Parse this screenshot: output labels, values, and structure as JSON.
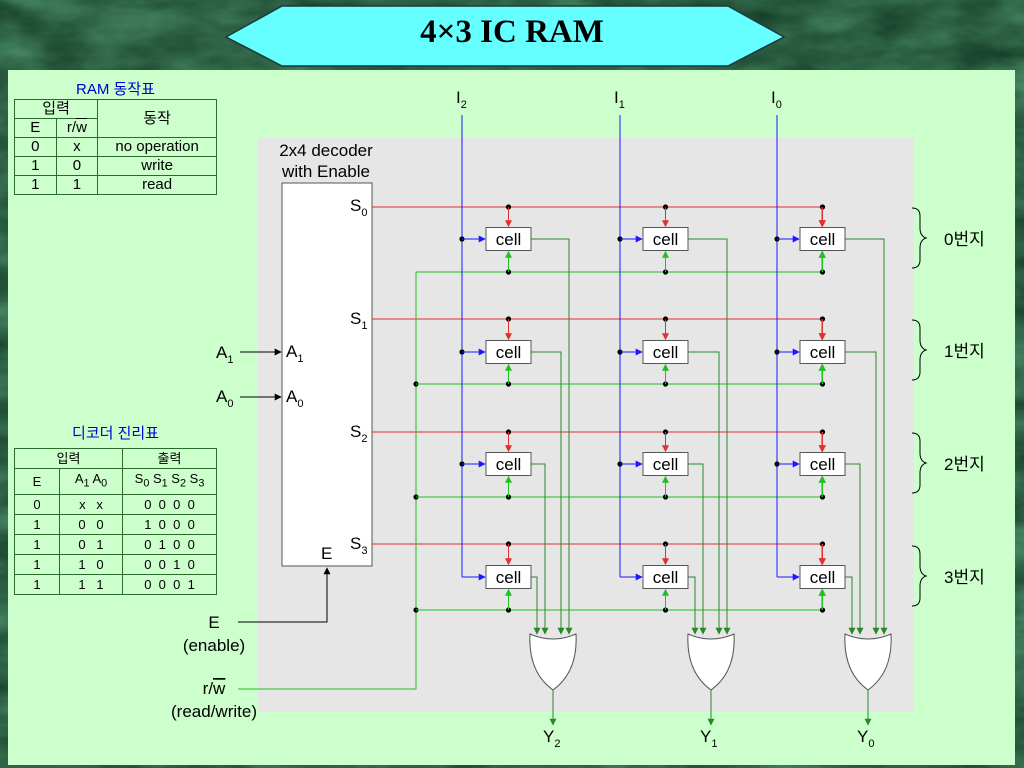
{
  "slide": {
    "title": "4×3 IC RAM"
  },
  "ram_table": {
    "caption": "RAM 동작표",
    "header_inputs": "입력",
    "header_op": "동작",
    "col_e": "E",
    "col_rw_r": "r/",
    "col_rw_w": "w",
    "rows": [
      {
        "e": "0",
        "rw": "x",
        "op": "no operation"
      },
      {
        "e": "1",
        "rw": "0",
        "op": "write"
      },
      {
        "e": "1",
        "rw": "1",
        "op": "read"
      }
    ]
  },
  "decoder_table": {
    "caption": "디코더 진리표",
    "header_inputs": "입력",
    "header_outputs": "출력",
    "col_e": "E",
    "rows": [
      {
        "e": "0",
        "a": "x   x",
        "s": "0  0  0  0"
      },
      {
        "e": "1",
        "a": "0   0",
        "s": "1  0  0  0"
      },
      {
        "e": "1",
        "a": "0   1",
        "s": "0  1  0  0"
      },
      {
        "e": "1",
        "a": "1   0",
        "s": "0  0  1  0"
      },
      {
        "e": "1",
        "a": "1   1",
        "s": "0  0  0  1"
      }
    ]
  },
  "circuit": {
    "decoder_label_1": "2x4 decoder",
    "decoder_label_2": "with Enable",
    "cell_label": "cell",
    "s": "S",
    "a": "A",
    "i": "I",
    "y": "Y",
    "e": "E",
    "enable_label": "(enable)",
    "rw_r": "r/",
    "rw_w": "w",
    "rw_label": "(read/write)",
    "addresses": [
      "0번지",
      "1번지",
      "2번지",
      "3번지"
    ]
  },
  "colors": {
    "select_line": "#e03030",
    "input_line": "#1a1aff",
    "rw_line": "#1fc01f",
    "output_line": "#2a8a2a"
  }
}
